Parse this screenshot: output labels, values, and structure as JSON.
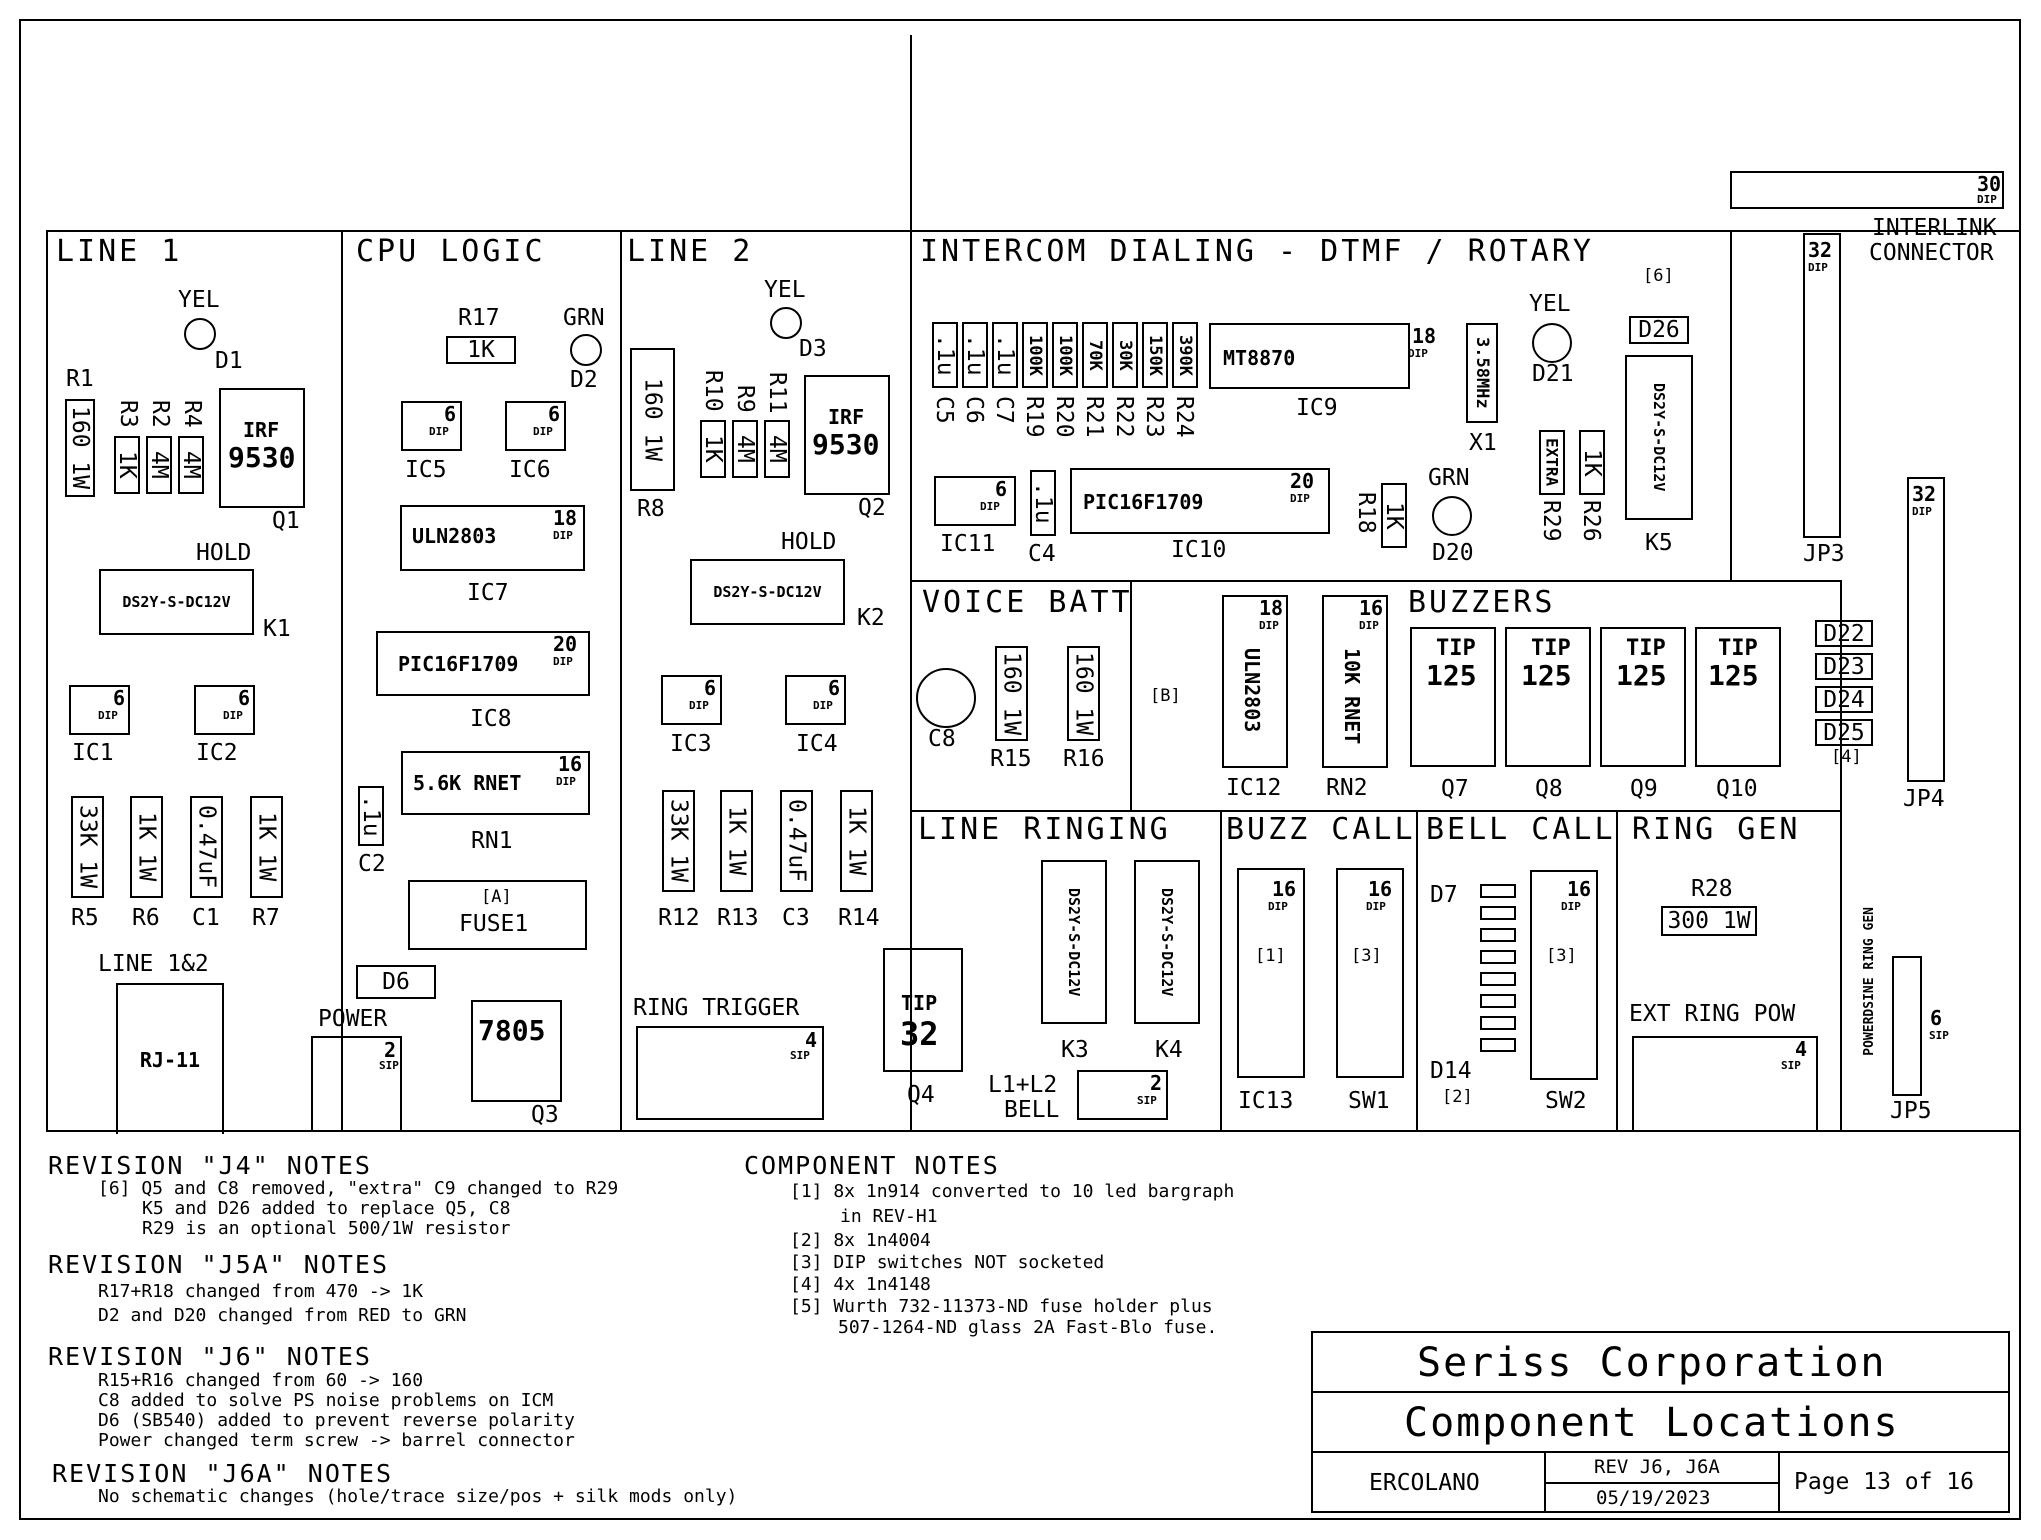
{
  "sections": {
    "line1": "LINE 1",
    "cpu": "CPU LOGIC",
    "line2": "LINE 2",
    "intercom": "INTERCOM DIALING - DTMF / ROTARY",
    "voice": "VOICE BATT",
    "buzzers": "BUZZERS",
    "ringing": "LINE RINGING",
    "buzzcall": "BUZZ CALL",
    "bellcall": "BELL CALL",
    "ringgen": "RING GEN"
  },
  "interlink": [
    "INTERLINK",
    "CONNECTOR"
  ],
  "leds": {
    "yel": "YEL",
    "grn": "GRN",
    "d1": "D1",
    "d2": "D2",
    "d3": "D3",
    "d20": "D20",
    "d21": "D21"
  },
  "resistors": {
    "r1": "R1",
    "r1v": "160 1W",
    "r2": "R2",
    "r3": "R3",
    "r4": "R4",
    "r2v": "4M",
    "r3v": "1K",
    "r4v": "4M",
    "r5": "R5",
    "r5v": "33K 1W",
    "r6": "R6",
    "r6v": "1K 1W",
    "r7": "R7",
    "r7v": "1K 1W",
    "r8": "R8",
    "r8v": "160 1W",
    "r9": "R9",
    "r10": "R10",
    "r11": "R11",
    "r9v": "4M",
    "r10v": "1K",
    "r11v": "4M",
    "r12": "R12",
    "r12v": "33K 1W",
    "r13": "R13",
    "r13v": "1K 1W",
    "r14": "R14",
    "r14v": "1K 1W",
    "r15": "R15",
    "r16": "R16",
    "r15v": "160 1W",
    "r16v": "160 1W",
    "r17": "R17",
    "r17v": "1K",
    "r18": "R18",
    "r18v": "1K",
    "r26": "R26",
    "r26v": "1K",
    "r29": "R29",
    "r29v": "EXTRA",
    "r28": "R28",
    "r28v": "300 1W",
    "r19": "R19",
    "r20": "R20",
    "r21": "R21",
    "r22": "R22",
    "r23": "R23",
    "r24": "R24",
    "r19v": "100K",
    "r20v": "100K",
    "r21v": "70K",
    "r22v": "30K",
    "r23v": "150K",
    "r24v": "390K"
  },
  "caps": {
    "c1": "C1",
    "c1v": "0.47uF",
    "c3": "C3",
    "c3v": "0.47uF",
    "c2": "C2",
    "c2v": ".1u",
    "c4": "C4",
    "c4v": ".1u",
    "c5": "C5",
    "c6": "C6",
    "c7": "C7",
    "c5v": ".1u",
    "c6v": ".1u",
    "c7v": ".1u",
    "c8": "C8"
  },
  "ics": {
    "dip": "DIP",
    "sip": "SIP",
    "ic1": "IC1",
    "ic2": "IC2",
    "ic3": "IC3",
    "ic4": "IC4",
    "ic5": "IC5",
    "ic6": "IC6",
    "six": "6",
    "ic7": "IC7",
    "ic7v": "ULN2803",
    "ic7p": "18",
    "ic8": "IC8",
    "ic8v": "PIC16F1709",
    "ic8p": "20",
    "rn1": "RN1",
    "rn1v": "5.6K RNET",
    "rn1p": "16",
    "ic9": "IC9",
    "ic9v": "MT8870",
    "ic9p": "18",
    "ic10": "IC10",
    "ic10v": "PIC16F1709",
    "ic10p": "20",
    "ic11": "IC11",
    "ic12": "IC12",
    "ic12v": "ULN2803",
    "ic12p": "18",
    "rn2": "RN2",
    "rn2v": "10K RNET",
    "rn2p": "16",
    "ic13": "IC13",
    "ic13p": "16",
    "ic13n": "[1]",
    "sw1": "SW1",
    "sw1p": "16",
    "sw1n": "[3]",
    "sw2": "SW2",
    "sw2p": "16",
    "sw2n": "[3]"
  },
  "relays": {
    "rel": "DS2Y-S-DC12V",
    "k1": "K1",
    "k2": "K2",
    "k3": "K3",
    "k4": "K4",
    "k5": "K5",
    "hold": "HOLD"
  },
  "transistors": {
    "irf": "IRF",
    "irfv": "9530",
    "q1": "Q1",
    "q2": "Q2",
    "q3": "Q3",
    "q3v": "7805",
    "q4": "Q4",
    "q4a": "TIP",
    "q4b": "32",
    "tip": "TIP",
    "tipv": "125",
    "q7": "Q7",
    "q8": "Q8",
    "q9": "Q9",
    "q10": "Q10"
  },
  "misc": {
    "x1": "X1",
    "x1v": "3.58MHz",
    "d6": "D6",
    "d26": "D26",
    "d22": "D22",
    "d23": "D23",
    "d24": "D24",
    "d25": "D25",
    "d7": "D7",
    "d14": "D14",
    "fuse": "FUSE1",
    "fusea": "[A]",
    "b": "[B]",
    "n6": "[6]",
    "n4": "[4]",
    "n2": "[2]",
    "rj11": "RJ-11",
    "line12": "LINE 1&2",
    "power": "POWER",
    "two": "2",
    "four": "4",
    "six": "6",
    "ringtrig": "RING TRIGGER",
    "l1l2": "L1+L2",
    "bell": "BELL",
    "extring": "EXT RING POW",
    "jp3": "JP3",
    "jp4": "JP4",
    "jp5": "JP5",
    "jp32": "32",
    "jp30": "30",
    "powerdsine": "POWERDSINE RING GEN"
  },
  "notes": {
    "j4h": "REVISION \"J4\" NOTES",
    "j4": [
      "[6] Q5 and C8 removed, \"extra\" C9 changed to R29",
      "K5 and D26 added to replace Q5, C8",
      "R29 is an optional 500/1W resistor"
    ],
    "j5ah": "REVISION \"J5A\" NOTES",
    "j5a": [
      "R17+R18 changed from 470 -> 1K",
      "D2 and D20 changed from RED to GRN"
    ],
    "j6h": "REVISION \"J6\" NOTES",
    "j6": [
      "R15+R16 changed from 60 -> 160",
      "C8 added to solve PS noise problems on ICM",
      "D6 (SB540) added to prevent reverse polarity",
      "Power changed term screw -> barrel connector"
    ],
    "j6ah": "REVISION \"J6A\" NOTES",
    "j6a": [
      "No schematic changes (hole/trace size/pos + silk mods only)"
    ],
    "comph": "COMPONENT NOTES",
    "comp": [
      "[1] 8x 1n914 converted to 10 led bargraph",
      "in REV-H1",
      "[2] 8x 1n4004",
      "[3] DIP switches NOT socketed",
      "[4] 4x 1n4148",
      "[5] Wurth 732-11373-ND fuse holder plus",
      "507-1264-ND glass 2A Fast-Blo fuse."
    ]
  },
  "titleblock": {
    "company": "Seriss Corporation",
    "doc": "Component Locations",
    "author": "ERCOLANO",
    "rev": "REV J6, J6A",
    "date": "05/19/2023",
    "page": "Page 13 of 16"
  }
}
